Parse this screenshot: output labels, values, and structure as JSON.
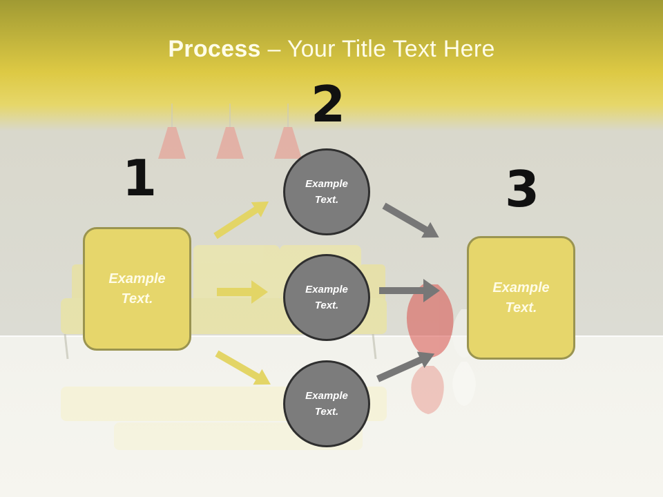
{
  "slide": {
    "title_bold": "Process",
    "title_rest": " – Your Title Text Here",
    "steps": [
      {
        "number": "1",
        "text": "Example Text."
      },
      {
        "number": "2",
        "items": [
          "Example Text.",
          "Example Text.",
          "Example Text."
        ]
      },
      {
        "number": "3",
        "text": "Example Text."
      }
    ]
  },
  "colors": {
    "banner_top": "#a09a33",
    "banner_mid": "#e3cf45",
    "step_box_fill": "#e6d66b",
    "step_box_border": "#9a9450",
    "circle_fill": "#7c7c7c",
    "circle_border": "#2f2f2f",
    "yellow_arrow": "#e3d566",
    "gray_arrow": "#777777"
  }
}
